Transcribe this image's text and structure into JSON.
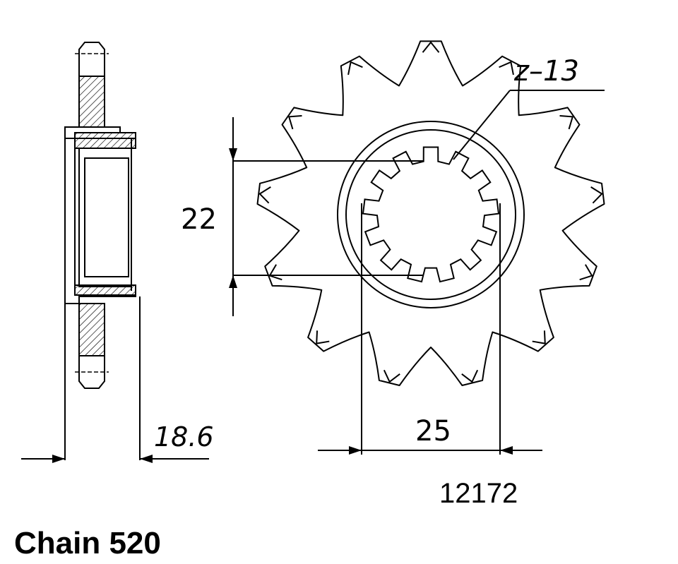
{
  "labels": {
    "teeth": "z–13",
    "bore_height": "22",
    "spline_width": "25",
    "thickness": "18.6",
    "part_number": "12172",
    "chain": "Chain 520"
  },
  "sprocket": {
    "teeth_count": 13,
    "spline_teeth_count": 13
  },
  "colors": {
    "line": "#000000",
    "background": "#ffffff"
  }
}
